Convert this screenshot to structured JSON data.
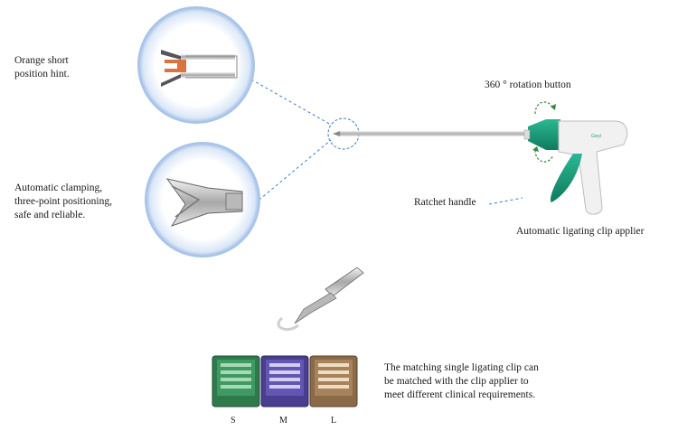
{
  "callouts": {
    "orange_hint": "Orange short\nposition hint.",
    "clamping": "Automatic clamping,\nthree-point positioning,\nsafe and reliable.",
    "rotation": "360 ° rotation button",
    "ratchet": "Ratchet handle",
    "product": "Automatic ligating clip applier",
    "matching_clip": "The matching single ligating clip can\nbe matched with the clip applier to\nmeet different clinical requirements."
  },
  "clip_sizes": [
    "S",
    "M",
    "L"
  ],
  "colors": {
    "circle_border": "#7fa8dc",
    "dashed_line": "#3d7bc4",
    "handle_green": "#1a9b7c",
    "clip_s": "#2f7a4c",
    "clip_m": "#4a3f8f",
    "clip_l": "#8a6a48"
  }
}
